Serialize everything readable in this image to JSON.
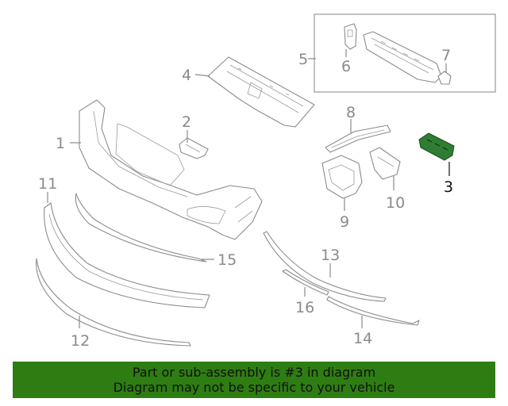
{
  "colors": {
    "highlight_part": "#2e7d32",
    "banner_bg": "#2e7d12",
    "callout": "#8a8a8a",
    "callout_highlight": "#111111"
  },
  "callouts": {
    "c1": "1",
    "c2": "2",
    "c3": "3",
    "c4": "4",
    "c5": "5",
    "c6": "6",
    "c7": "7",
    "c8": "8",
    "c9": "9",
    "c10": "10",
    "c11": "11",
    "c12": "12",
    "c13": "13",
    "c14": "14",
    "c15": "15",
    "c16": "16"
  },
  "highlighted_part": "3",
  "banner": {
    "line1": "Part or sub-assembly is #3 in diagram",
    "line2": "Diagram may not be specific to your vehicle"
  }
}
